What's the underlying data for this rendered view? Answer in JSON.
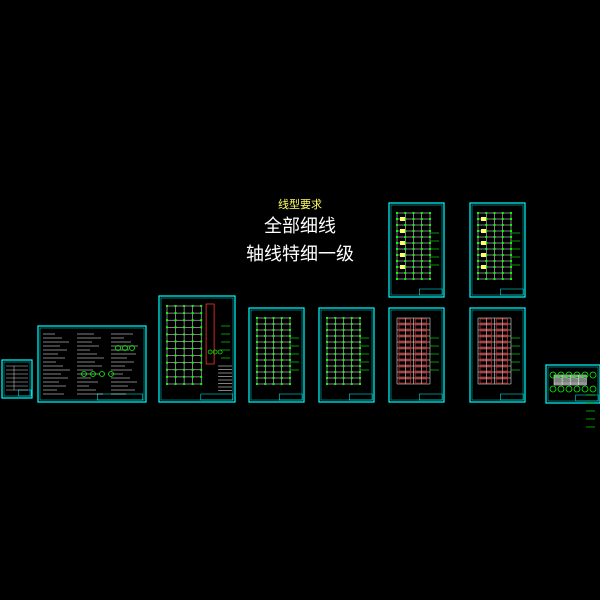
{
  "notes": {
    "title": "线型要求",
    "line1": "全部细线",
    "line2": "轴线特细一级"
  },
  "colors": {
    "background": "#000000",
    "frame": "#00ffff",
    "grid": "#ffffff",
    "column": "#00ff00",
    "accent_red": "#ff3030",
    "accent_yellow": "#ffff66",
    "title_text": "#ffffff"
  },
  "sheets": [
    {
      "id": "cover-index",
      "kind": "index"
    },
    {
      "id": "general-notes",
      "kind": "notes"
    },
    {
      "id": "site-plan",
      "kind": "plan-detail"
    },
    {
      "id": "floor-plan-1",
      "kind": "plan"
    },
    {
      "id": "floor-plan-2",
      "kind": "plan"
    },
    {
      "id": "column-plan-a",
      "kind": "column"
    },
    {
      "id": "column-plan-b",
      "kind": "column"
    },
    {
      "id": "beam-plan-a",
      "kind": "beam"
    },
    {
      "id": "beam-plan-b",
      "kind": "beam"
    },
    {
      "id": "details",
      "kind": "details"
    }
  ]
}
